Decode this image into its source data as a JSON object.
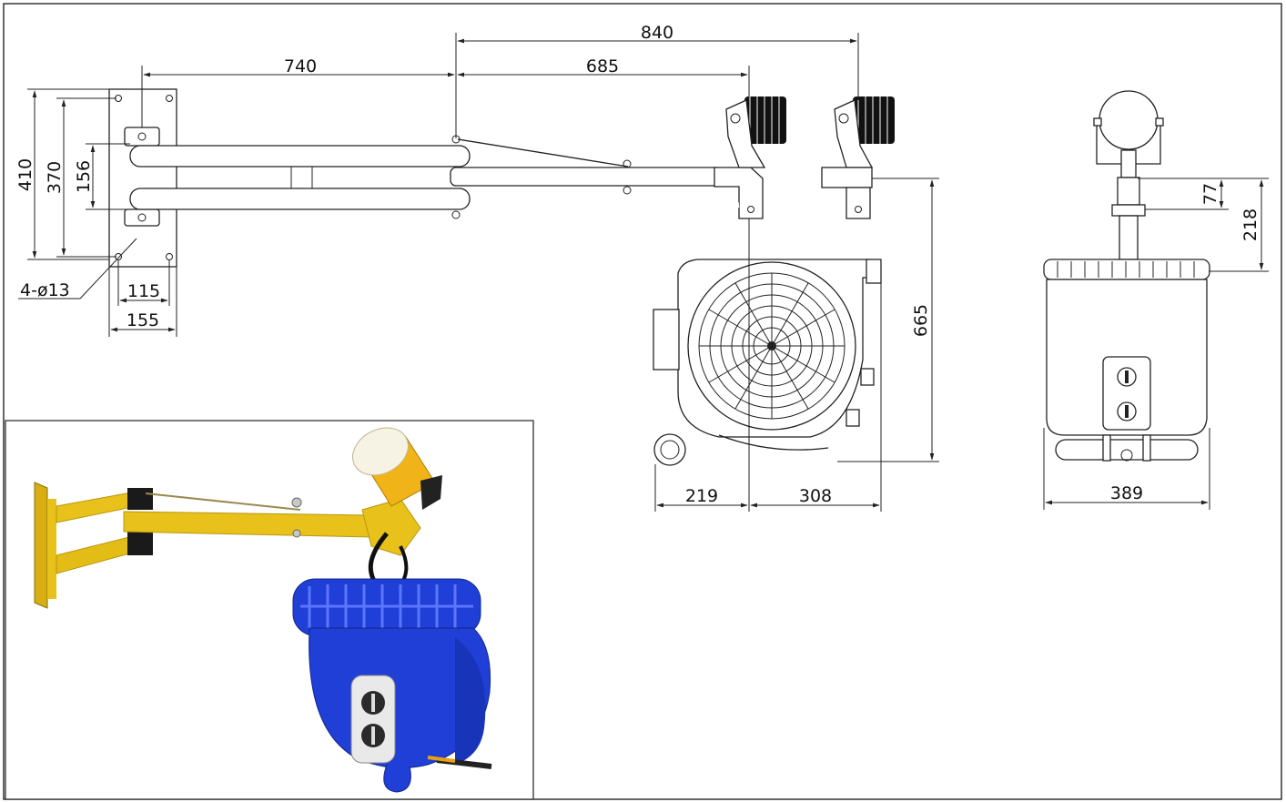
{
  "drawing": {
    "dimensions": {
      "d840": "840",
      "d740": "740",
      "d685": "685",
      "d410": "410",
      "d370": "370",
      "d156": "156",
      "holes": "4-ø13",
      "d115": "115",
      "d155": "155",
      "d665": "665",
      "d219": "219",
      "d308": "308",
      "d77": "77",
      "d218": "218",
      "d389": "389"
    }
  },
  "colors": {
    "arm_yellow": "#e8c21a",
    "heater_blue": "#1f3fd6",
    "line": "#222222"
  },
  "photo": {
    "subject": "yellow-articulated-arm-with-blue-heater-and-lamp"
  }
}
